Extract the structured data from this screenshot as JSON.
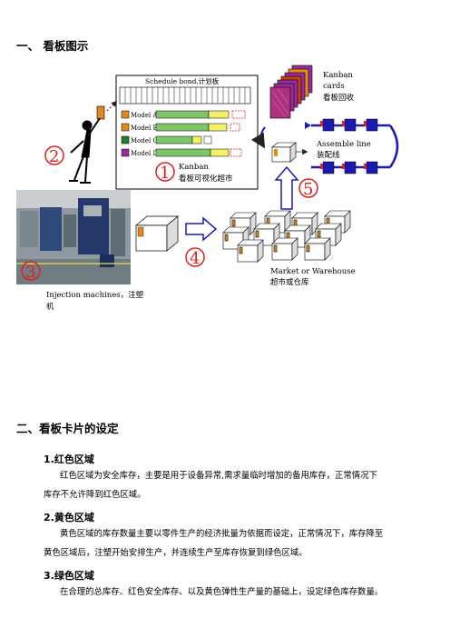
{
  "section1": {
    "title": "一、 看板图示"
  },
  "diagram": {
    "schedule_board": "Schedule bond,计划板",
    "models": [
      "Model A",
      "Model B",
      "Model C",
      "Model D"
    ],
    "kanban_cards_en": "Kanban",
    "kanban_cards_en2": "cards",
    "kanban_cards_zh": "看板回收",
    "assemble_en": "Assemble    line",
    "assemble_zh": "装配线",
    "kanban_board_en": "Kanban",
    "kanban_board_zh": "看板可视化超市",
    "market_en": "Market or Warehouse",
    "market_zh": "超市或仓库",
    "injection_en": "Injection machines，注塑",
    "injection_zh": "机",
    "steps": [
      "1",
      "2",
      "3",
      "4",
      "5"
    ],
    "colors": {
      "red": "#e02020",
      "blue": "#1b1bb0",
      "green": "#7dc46a",
      "yellow": "#f3f06a",
      "purple": "#9b2d9b",
      "orange": "#e08a1e"
    }
  },
  "section2": {
    "title": "二、看板卡片的设定",
    "items": [
      {
        "heading": "1.红色区域",
        "para_l1": "红色区域为安全库存，主要是用于设备异常,需求量临时增加的备用库存，正常情况下",
        "para_l2": "库存不允许降到红色区域。"
      },
      {
        "heading": "2.黄色区域",
        "para_l1": "黄色区域的库存数量主要以零件生产的经济批量为依据而设定，正常情况下，库存降至",
        "para_l2": "黄色区域后，注塑开始安排生产，并连续生产至库存恢复到绿色区域。"
      },
      {
        "heading": "3.绿色区域",
        "para_l1": "在合理的总库存、红色安全库存、以及黄色弹性生产量的基础上，设定绿色库存数量。"
      }
    ]
  }
}
